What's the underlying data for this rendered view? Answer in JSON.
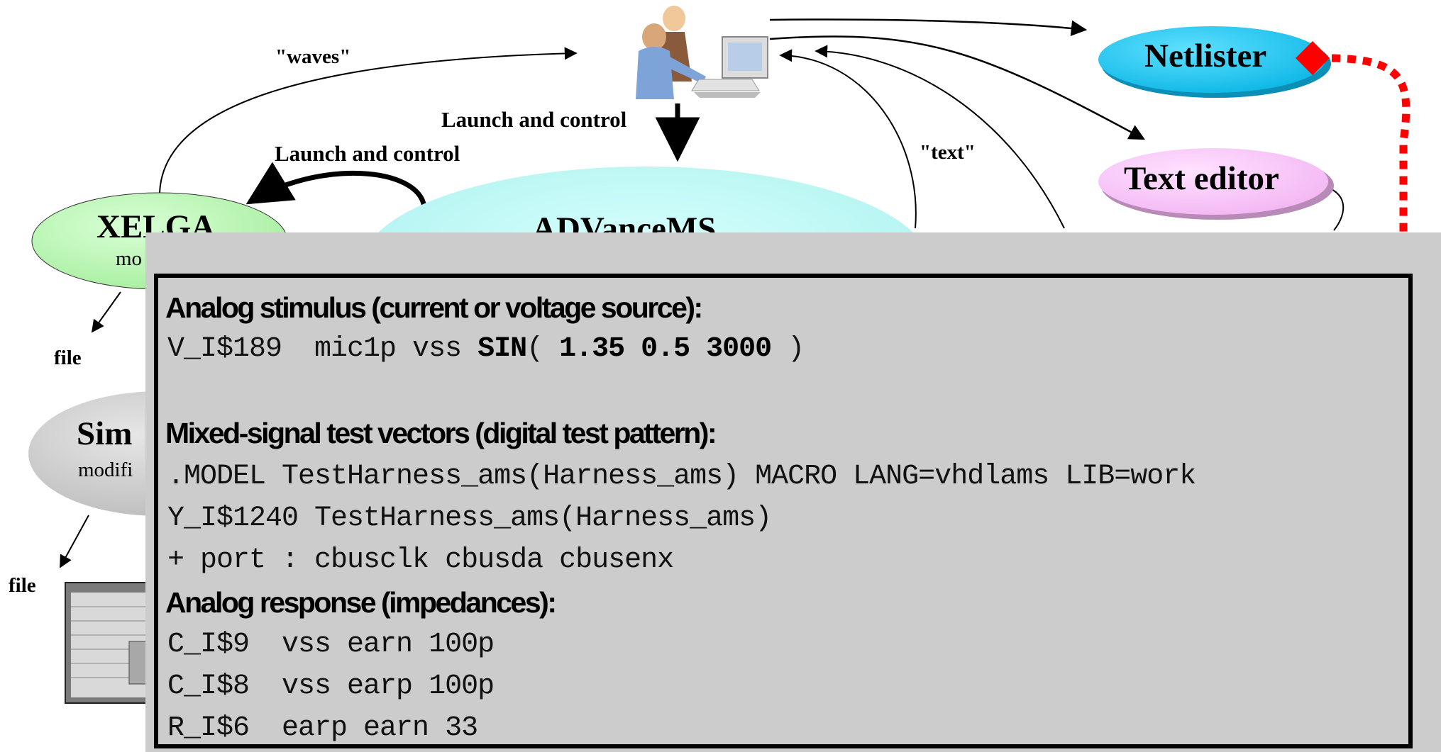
{
  "diagram": {
    "actor_icon": "person-at-computer-icon",
    "nodes": {
      "netlister": {
        "label": "Netlister",
        "color": "#16c8f0"
      },
      "text_editor": {
        "label": "Text editor",
        "color": "#f9c4f9"
      },
      "xelga": {
        "label": "XELGA",
        "sub": "mo",
        "color": "#b7f5b3"
      },
      "advancems": {
        "label": "ADVanceMS",
        "color": "#b8f6f4"
      },
      "simvision": {
        "label": "Sim",
        "sub": "modifi",
        "color": "#cccccc"
      }
    },
    "labels": {
      "waves": "\"waves\"",
      "launch_control_top": "Launch and control",
      "launch_control_left": "Launch and control",
      "text": "\"text\"",
      "file_1": "file",
      "file_2": "file"
    },
    "colors": {
      "link": "#ff0000",
      "marker": "#ff0000"
    }
  },
  "popup": {
    "sections": [
      {
        "heading": "Analog stimulus (current or voltage source):",
        "lines": [
          {
            "pre": "V_I$189  mic1p vss ",
            "bold": "SIN",
            "mid": "( ",
            "bold2": "1.35 0.5 3000",
            "post": " )"
          }
        ]
      },
      {
        "heading": "Mixed-signal test vectors (digital test pattern):",
        "lines": [
          ".MODEL TestHarness_ams(Harness_ams) MACRO LANG=vhdlams LIB=work",
          "Y_I$1240 TestHarness_ams(Harness_ams)",
          "+ port : cbusclk cbusda cbusenx"
        ]
      },
      {
        "heading": "Analog response (impedances):",
        "lines": [
          "C_I$9  vss earn 100p",
          "C_I$8  vss earp 100p",
          "R_I$6  earp earn 33"
        ]
      }
    ],
    "colors": {
      "background": "#cccccc",
      "frame": "#000000"
    }
  }
}
